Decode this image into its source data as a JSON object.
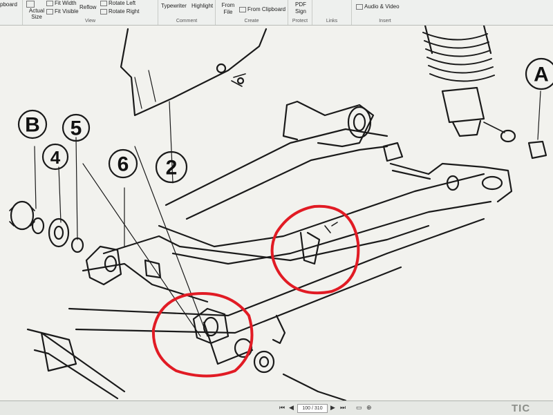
{
  "ribbon": {
    "groups": {
      "clipboard": {
        "label": "pboard"
      },
      "view": {
        "label": "View",
        "actual_size": "Actual Size",
        "fit_width": "Fit Width",
        "fit_visible": "Fit Visible",
        "reflow": "Reflow",
        "rotate_left": "Rotate Left",
        "rotate_right": "Rotate Right"
      },
      "comment": {
        "label": "Comment",
        "typewriter": "Typewriter",
        "highlight": "Highlight"
      },
      "create": {
        "label": "Create",
        "from_file": "From File",
        "from_clipboard": "From Clipboard"
      },
      "protect": {
        "label": "Protect",
        "pdf_sign": "PDF Sign"
      },
      "links": {
        "label": "Links"
      },
      "insert": {
        "label": "Insert",
        "audio_video": "Audio & Video"
      }
    }
  },
  "diagram": {
    "callouts": [
      "A",
      "B",
      "4",
      "5",
      "6",
      "2"
    ]
  },
  "statusbar": {
    "page_indicator": "100 / 310",
    "right_text": "TIC"
  },
  "colors": {
    "annotation": "#e11b24",
    "ink": "#1a1a1a"
  }
}
